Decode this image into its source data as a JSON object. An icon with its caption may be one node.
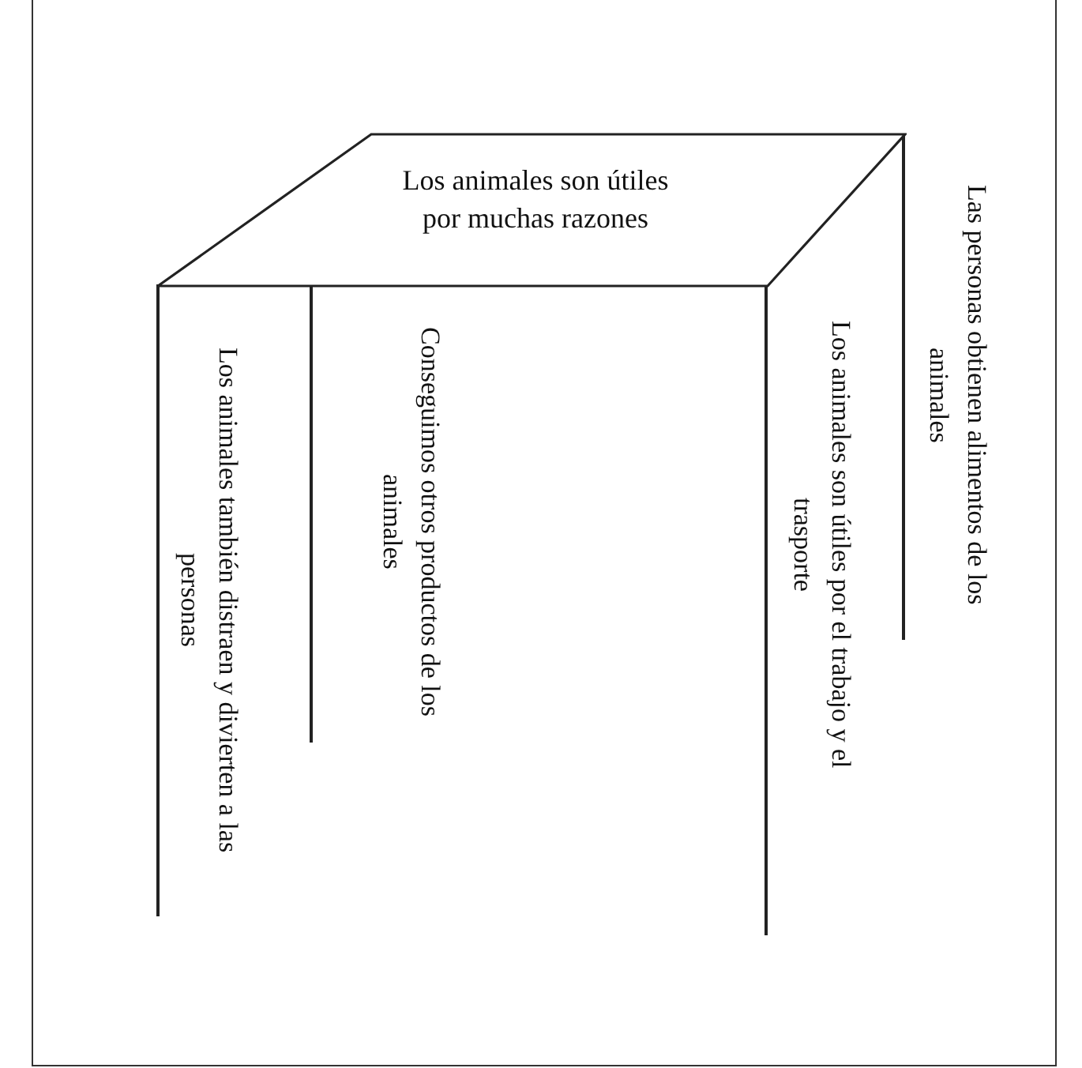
{
  "diagram": {
    "nodes": [
      {
        "text": [
          "Los animales son útiles por muchas razones"
        ]
      },
      {
        "text": [
          "Las personas obtienen alimentos de los animales"
        ]
      },
      {
        "text": [
          "Los animales son útiles por el trabajo y el trasporte"
        ]
      },
      {
        "text": [
          "Conseguimos otros productos de los animales"
        ]
      },
      {
        "text": [
          "Los animales también distraen y divierten a las personas"
        ]
      }
    ],
    "edges": []
  }
}
